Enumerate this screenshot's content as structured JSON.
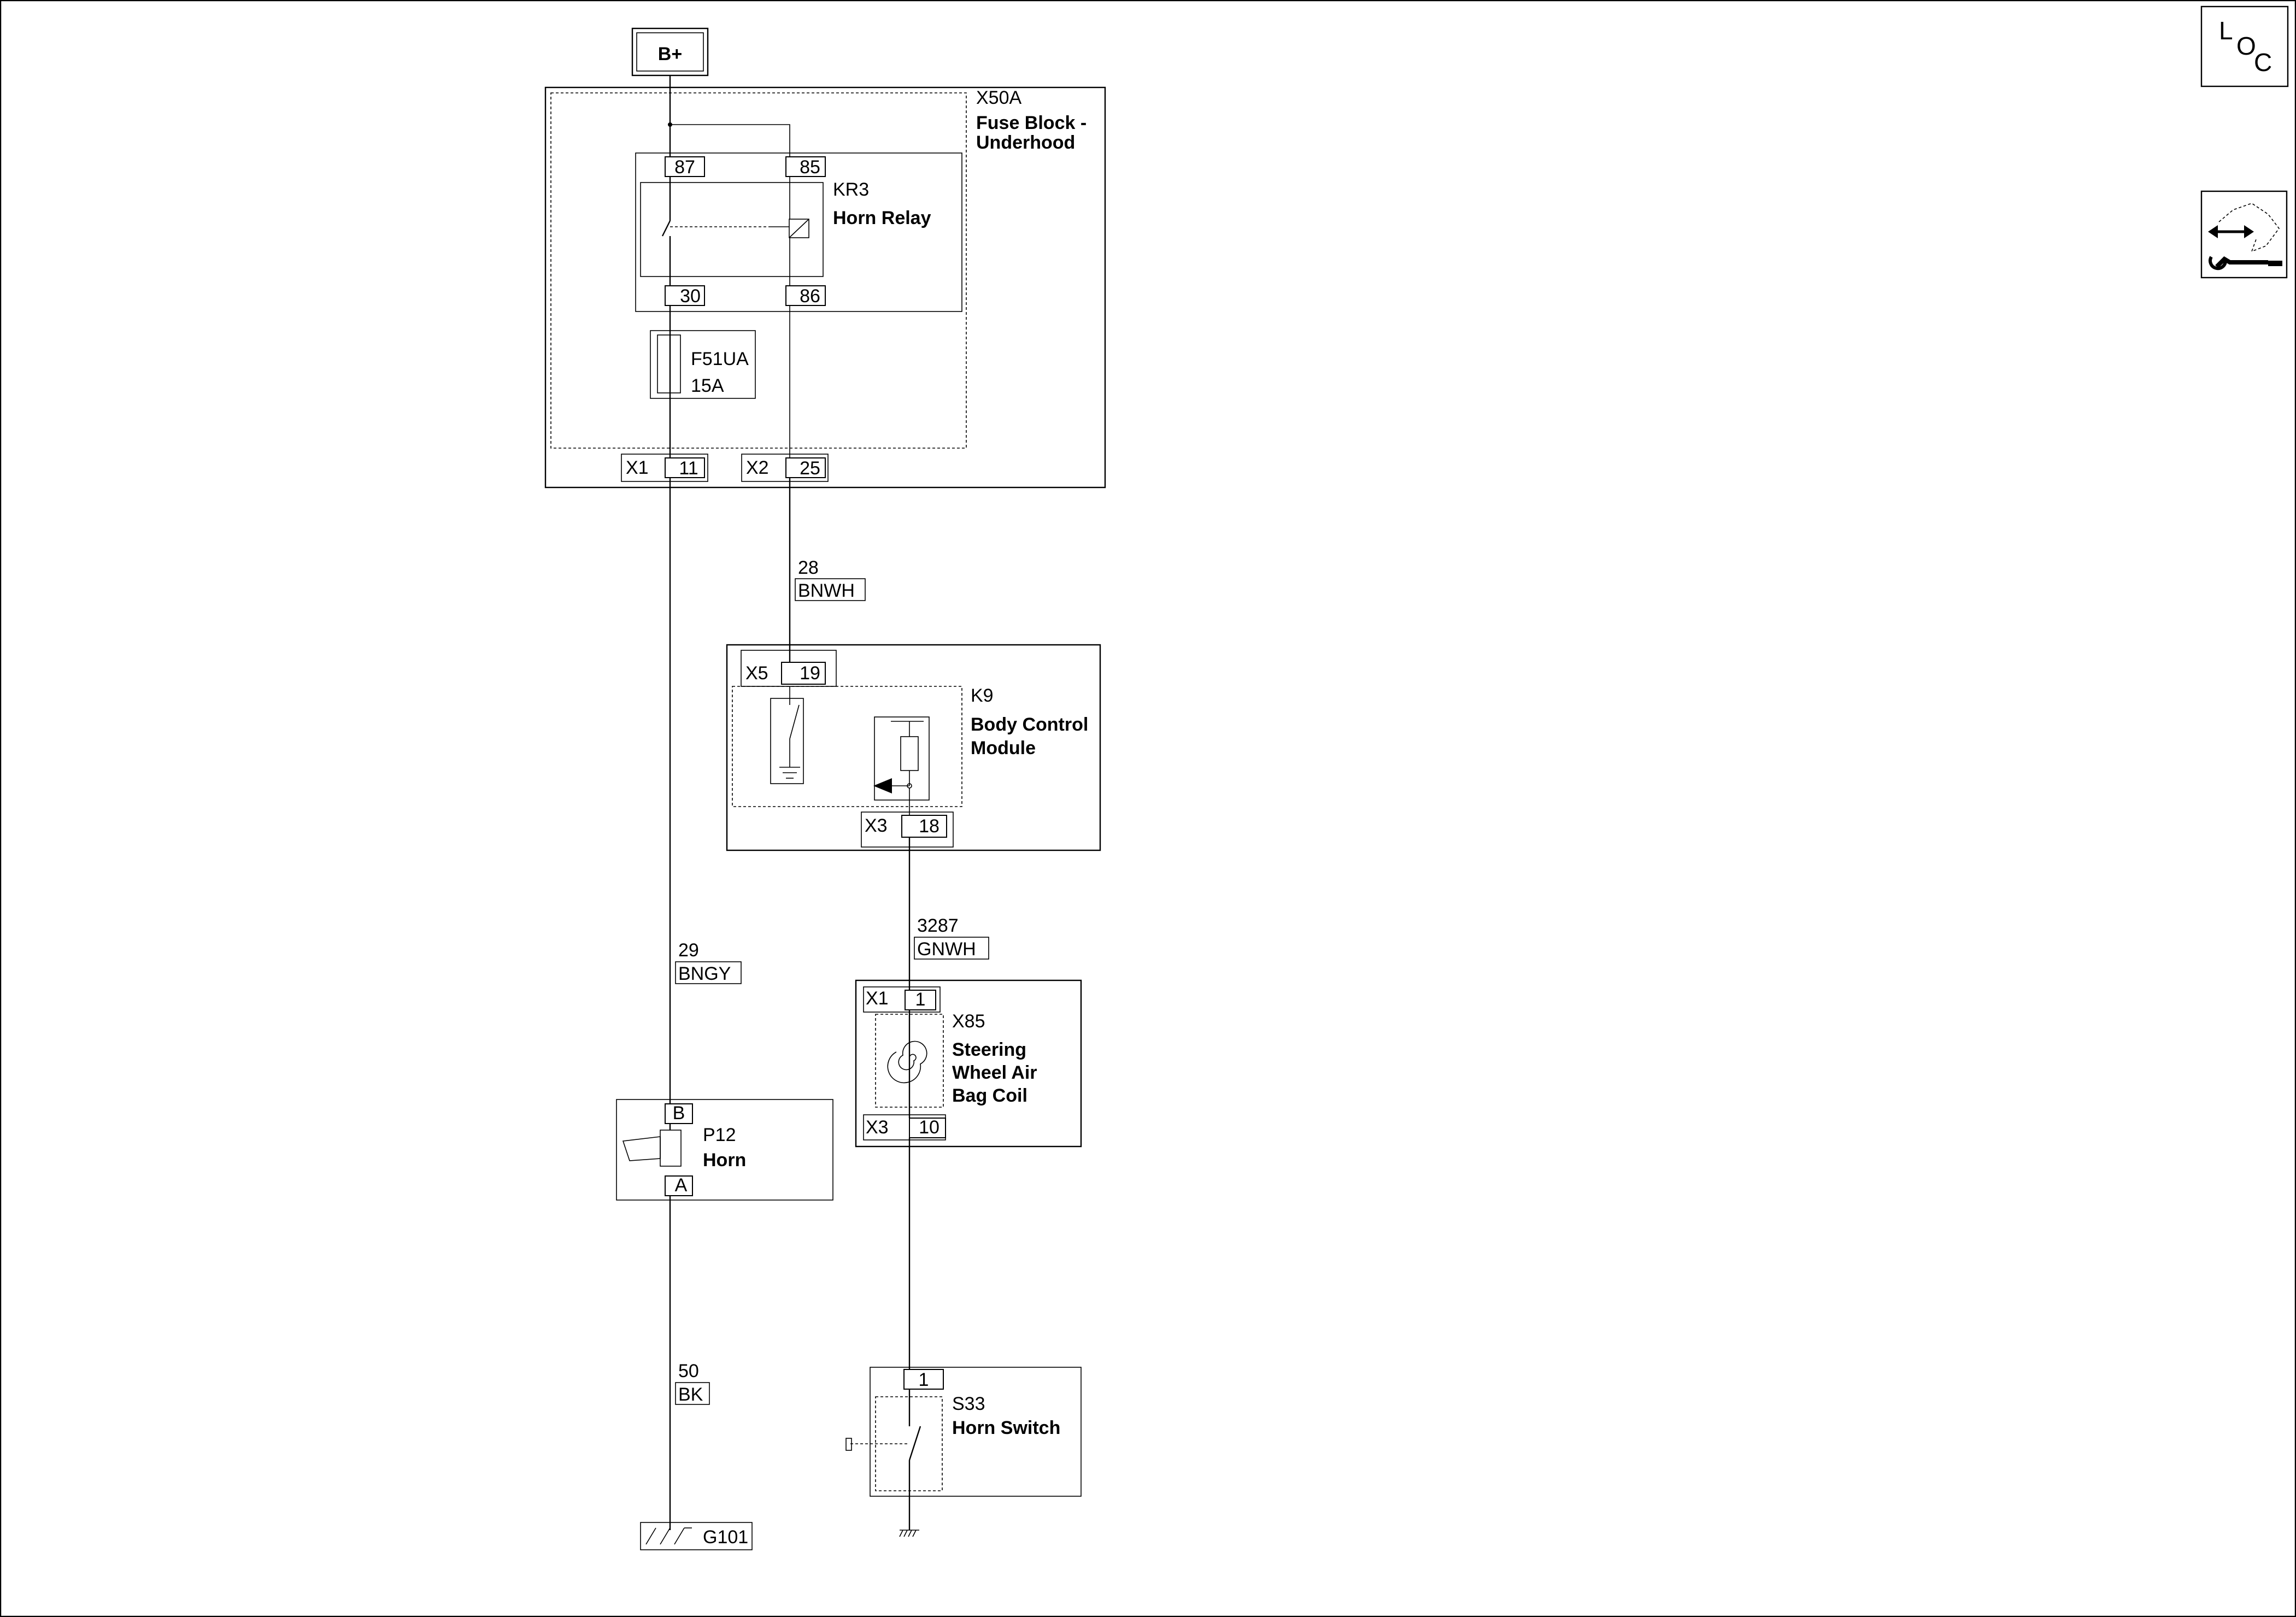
{
  "battery": {
    "label": "B+"
  },
  "fuse_block": {
    "id": "X50A",
    "name_line1": "Fuse Block -",
    "name_line2": "Underhood",
    "relay": {
      "id": "KR3",
      "name": "Horn Relay",
      "pins": [
        "87",
        "85",
        "30",
        "86"
      ]
    },
    "fuse": {
      "id": "F51UA",
      "rating": "15A"
    },
    "connectors": [
      {
        "conn": "X1",
        "pin": "11"
      },
      {
        "conn": "X2",
        "pin": "25"
      }
    ]
  },
  "bcm": {
    "id": "K9",
    "name_line1": "Body Control",
    "name_line2": "Module",
    "top_conn": {
      "conn": "X5",
      "pin": "19"
    },
    "bottom_conn": {
      "conn": "X3",
      "pin": "18"
    }
  },
  "coil": {
    "id": "X85",
    "name_line1": "Steering",
    "name_line2": "Wheel Air",
    "name_line3": "Bag Coil",
    "top_conn": {
      "conn": "X1",
      "pin": "1"
    },
    "bottom_conn": {
      "conn": "X3",
      "pin": "10"
    }
  },
  "horn": {
    "id": "P12",
    "name": "Horn",
    "pin_top": "B",
    "pin_bottom": "A"
  },
  "horn_switch": {
    "id": "S33",
    "name": "Horn Switch",
    "pin": "1"
  },
  "ground": {
    "label": "G101"
  },
  "wires": [
    {
      "circuit": "28",
      "color": "BNWH"
    },
    {
      "circuit": "29",
      "color": "BNGY"
    },
    {
      "circuit": "3287",
      "color": "GNWH"
    },
    {
      "circuit": "50",
      "color": "BK"
    }
  ],
  "side_buttons": {
    "location": {
      "l": "L",
      "o": "O",
      "c": "C"
    },
    "connector_icon": "connector-wrench-icon"
  }
}
